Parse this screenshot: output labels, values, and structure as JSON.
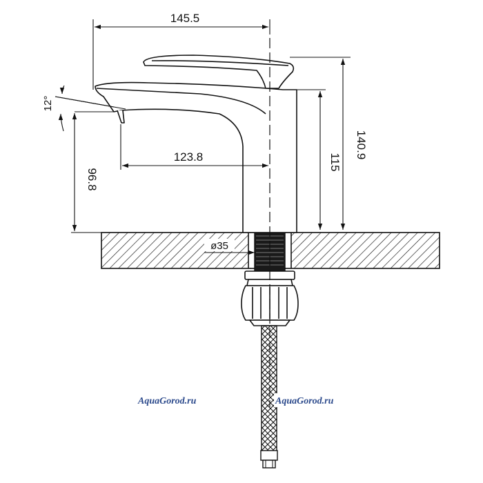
{
  "dimensions": {
    "overall_width": "145.5",
    "overall_height": "140.9",
    "body_height": "115",
    "spout_reach": "123.8",
    "spout_height": "96.8",
    "spout_angle": "12°",
    "base_diameter": "ø35"
  },
  "watermarks": {
    "left": "AquaGorod.ru",
    "right": "AquaGorod.ru"
  },
  "colors": {
    "line": "#111111",
    "watermark": "#2c4a8c"
  }
}
